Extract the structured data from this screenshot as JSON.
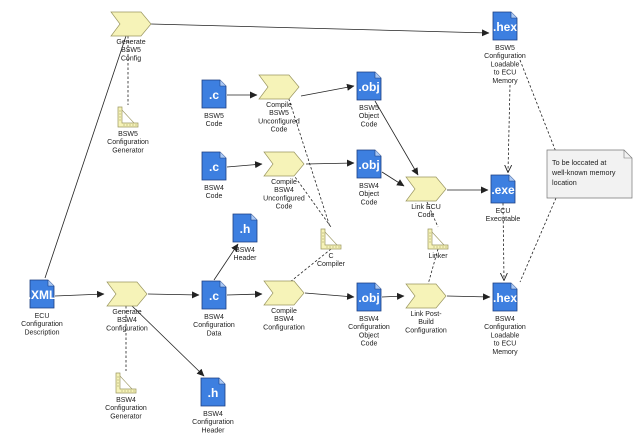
{
  "nodes": {
    "gen_bsw5": "Generate|BSW5|Config",
    "bsw5_gen": "BSW5|Configuration|Generator",
    "hex_bsw5": "BSW5|Configuration|Loadable|to ECU|Memory",
    "hex_bsw5_ext": ".hex",
    "c_bsw5": "BSW5|Code",
    "c_ext": ".c",
    "compile_bsw5": "Compile|BSW5|Unconfigured|Code",
    "obj_bsw5": "BSW5|Object|Code",
    "obj_ext": ".obj",
    "c_bsw4": "BSW4|Code",
    "compile_bsw4u": "Compile|BSW4|Unconfigured|Code",
    "obj_bsw4": "BSW4|Object|Code",
    "link_ecu": "Link ECU|Code",
    "exe": "ECU|Executable",
    "exe_ext": ".exe",
    "h_bsw4": "BSW4|Header",
    "h_ext": ".h",
    "c_compiler": "C|Compiler",
    "linker": "Linker",
    "xml": "ECU|Configuration|Description",
    "xml_ext": ".XML",
    "gen_bsw4": "Generate|BSW4|Configuration",
    "c_bsw4_cfg": "BSW4|Configuration|Data",
    "compile_bsw4_cfg": "Compile|BSW4|Configuration",
    "obj_bsw4_cfg": "BSW4|Configuration|Object|Code",
    "link_post": "Link Post-|Build|Configuration",
    "hex_bsw4": "BSW4|Configuration|Loadable|to ECU|Memory",
    "bsw4_gen": "BSW4|Configuration|Generator",
    "h_bsw4_cfg": "BSW4|Configuration|Header"
  },
  "note": "To be loccated at|well-known memory|location",
  "colors": {
    "file_fill": "#3d7fe0",
    "process_fill": "#f6f3b8",
    "tool_fill": "#f6f3b8",
    "note_fill": "#f2f2f2",
    "line": "#222222"
  }
}
